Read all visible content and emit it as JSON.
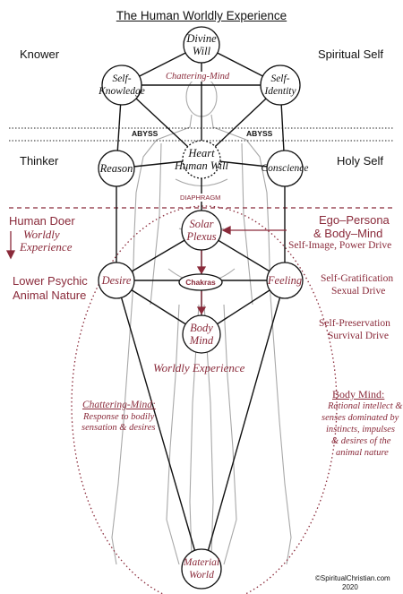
{
  "title": "The Human Worldly Experience",
  "left_labels": {
    "knower": "Knower",
    "thinker": "Thinker",
    "human_doer": "Human Doer",
    "worldly_experience_1": "Worldly",
    "worldly_experience_2": "Experience",
    "lower_psychic_1": "Lower Psychic",
    "lower_psychic_2": "Animal Nature"
  },
  "right_labels": {
    "spiritual_self": "Spiritual Self",
    "holy_self": "Holy Self",
    "ego_persona_1": "Ego–Persona",
    "ego_persona_2": "& Body–Mind",
    "self_image": "Self-Image, Power Drive",
    "self_gratification": "Self-Gratification",
    "sexual_drive": "Sexual Drive",
    "self_preservation": "Self-Preservation",
    "survival_drive": "Survival Drive",
    "body_mind_title": "Body Mind:",
    "body_mind_desc": [
      "Rational intellect &",
      "senses dominated by",
      "instincts, impulses",
      "& desires of the",
      "animal nature"
    ]
  },
  "nodes": {
    "divine_will": [
      "Divine",
      "Will"
    ],
    "self_knowledge": [
      "Self-",
      "Knowledge"
    ],
    "self_identity": [
      "Self-",
      "Identity"
    ],
    "heart": [
      "Heart",
      "Human Will"
    ],
    "reason": [
      "Reason"
    ],
    "conscience": [
      "Conscience"
    ],
    "solar_plexus": [
      "Solar",
      "Plexus"
    ],
    "desire": [
      "Desire"
    ],
    "feeling": [
      "Feeling"
    ],
    "chakras": [
      "Chakras"
    ],
    "body_mind": [
      "Body",
      "Mind"
    ],
    "material_world": [
      "Material",
      "World"
    ]
  },
  "inline_labels": {
    "chattering_mind_top": "Chattering-Mind",
    "abyss_left": "ABYSS",
    "abyss_right": "ABYSS",
    "diaphragm": "DIAPHRAGM",
    "worldly_experience_center": "Worldly Experience",
    "chattering_mind_left": "Chattering-Mind:",
    "chattering_desc": [
      "Response to bodily",
      "sensation & desires"
    ]
  },
  "copyright": [
    "©SpiritualChristian.com",
    "2020"
  ],
  "colors": {
    "accent": "#8a2a3a",
    "ink": "#111111",
    "figure": "#9a9a9a"
  }
}
